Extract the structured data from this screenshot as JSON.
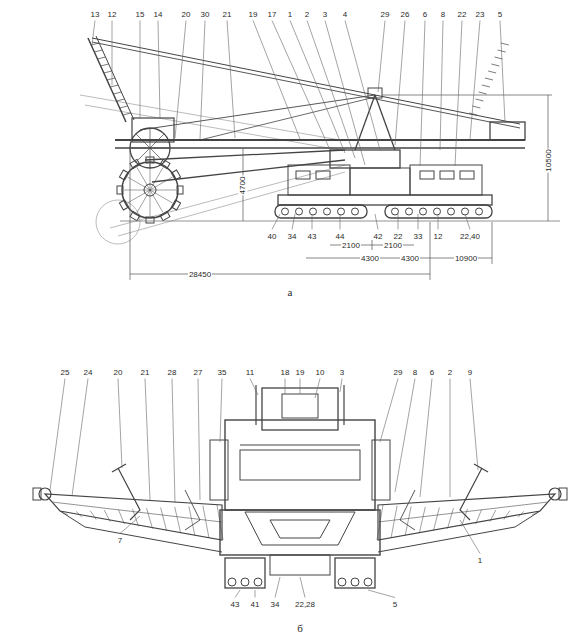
{
  "diagram": {
    "labels": [
      "13",
      "12",
      "15",
      "14",
      "20",
      "30",
      "21",
      "19",
      "17",
      "1",
      "2",
      "3",
      "4",
      "29",
      "26",
      "6",
      "8",
      "22",
      "23",
      "5",
      "40",
      "34",
      "43",
      "44",
      "42",
      "22",
      "33",
      "12",
      "22,40",
      "2100",
      "2100",
      "4300",
      "4300",
      "10900",
      "28450",
      "а",
      "4700",
      "10500",
      "25",
      "24",
      "20",
      "21",
      "28",
      "27",
      "35",
      "11",
      "18",
      "19",
      "10",
      "3",
      "29",
      "8",
      "6",
      "2",
      "9",
      "7",
      "1",
      "43",
      "41",
      "34",
      "22,28",
      "5",
      "б"
    ]
  }
}
